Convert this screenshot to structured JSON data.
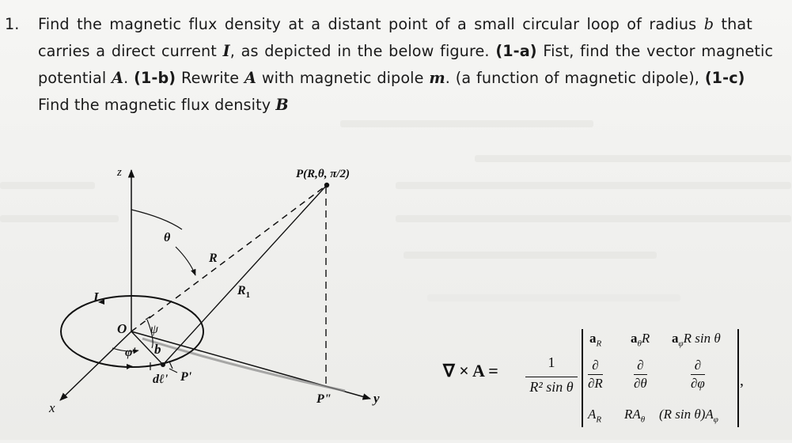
{
  "problem": {
    "number": "1.",
    "line1": "Find the magnetic flux density at a distant point of a small circular loop of radius",
    "line1_var": "b",
    "line1_end": "that",
    "line2_start": "carries a direct current",
    "line2_var": "I",
    "line2_mid": ", as depicted in the below figure.",
    "line2_part": "(1-a)",
    "line2_end": "Fist, find the vector magnetic",
    "line3_start": "potential",
    "line3_var_A": "A",
    "line3_dot": ".",
    "line3_part": "(1-b)",
    "line3_mid": "Rewrite",
    "line3_var_A2": "A",
    "line3_mid2": "with magnetic dipole",
    "line3_var_m": "m",
    "line3_end": ". (a function of magnetic dipole),",
    "line3_part2": "(1-c)",
    "line4_start": "Find the magnetic flux density",
    "line4_var": "B"
  },
  "figure": {
    "labels": {
      "z_axis": "z",
      "x_axis": "x",
      "y_axis": "y",
      "point_P": "P(R,θ, π/2)",
      "theta": "θ",
      "R": "R",
      "R1": "R",
      "R1_sub": "1",
      "current": "I",
      "origin": "O",
      "psi": "ψ",
      "phi_prime": "φ'",
      "radius": "b",
      "dl_prime": "dℓ'",
      "P_prime": "P'",
      "P_double_prime": "P\""
    }
  },
  "formula": {
    "lhs": "∇ × A =",
    "frac_num": "1",
    "frac_den": "R² sin θ",
    "row1": [
      "a",
      "a",
      "a"
    ],
    "row1_subs": [
      "R",
      "θ",
      "φ"
    ],
    "row1_tails": [
      "",
      "R",
      "R sin θ"
    ],
    "row2_top": "∂",
    "row2_dens": [
      "∂R",
      "∂θ",
      "∂φ"
    ],
    "row3": [
      "A",
      "RA",
      "(R sin θ)A"
    ],
    "row3_subs": [
      "R",
      "θ",
      "φ"
    ],
    "trailing": ","
  }
}
